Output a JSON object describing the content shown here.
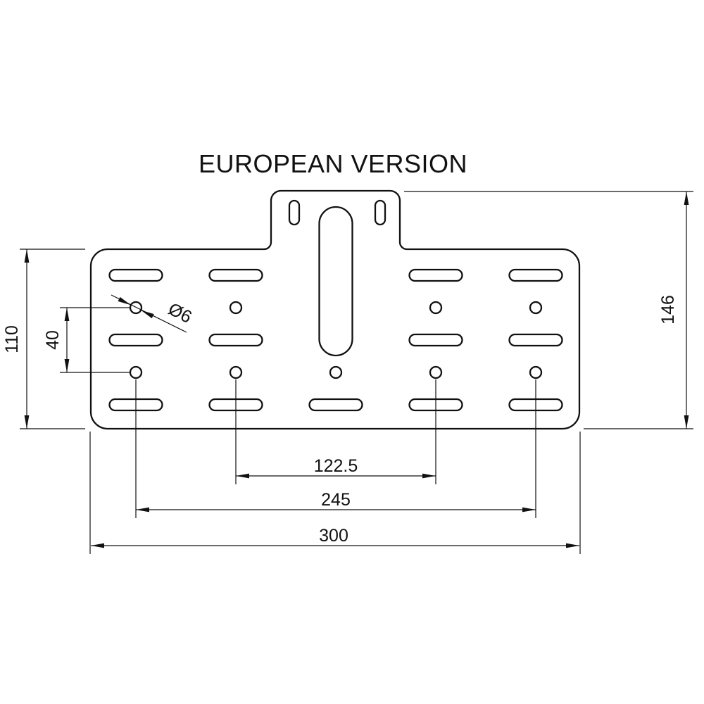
{
  "title": "EUROPEAN VERSION",
  "dimensions": {
    "overall_width": "300",
    "outer_hole_spacing": "245",
    "inner_hole_spacing": "122.5",
    "body_height": "110",
    "overall_height": "146",
    "hole_row_spacing": "40",
    "hole_diameter": "Ø6"
  },
  "colors": {
    "line": "#111111",
    "background": "#ffffff"
  }
}
